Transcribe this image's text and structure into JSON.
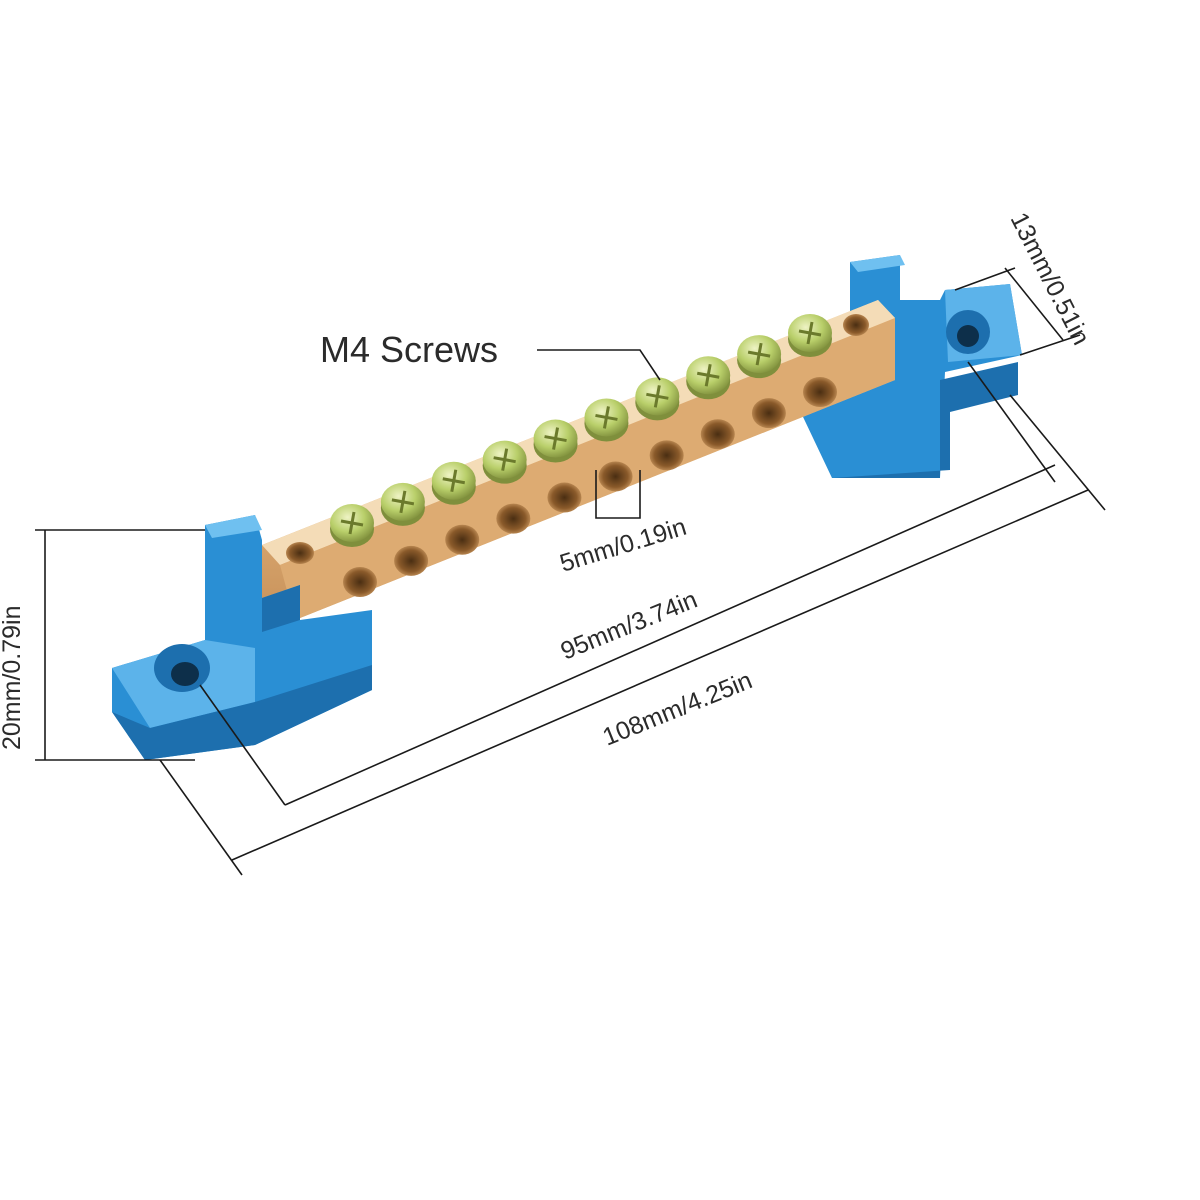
{
  "labels": {
    "screws": "M4 Screws",
    "hole_pitch": "5mm/0.19in",
    "bar_length": "95mm/3.74in",
    "total_length": "108mm/4.25in",
    "height": "20mm/0.79in",
    "base_width": "13mm/0.51in"
  },
  "product": {
    "screw_count": 10,
    "colors": {
      "base_blue": "#2a8fd4",
      "base_blue_dark": "#1d6fae",
      "base_blue_light": "#5cb3ea",
      "brass": "#e3b37c",
      "brass_dark": "#b9844d",
      "screw_green": "#b9cf6a",
      "screw_dark": "#7f8f3c",
      "line": "#1a1a1a"
    }
  }
}
